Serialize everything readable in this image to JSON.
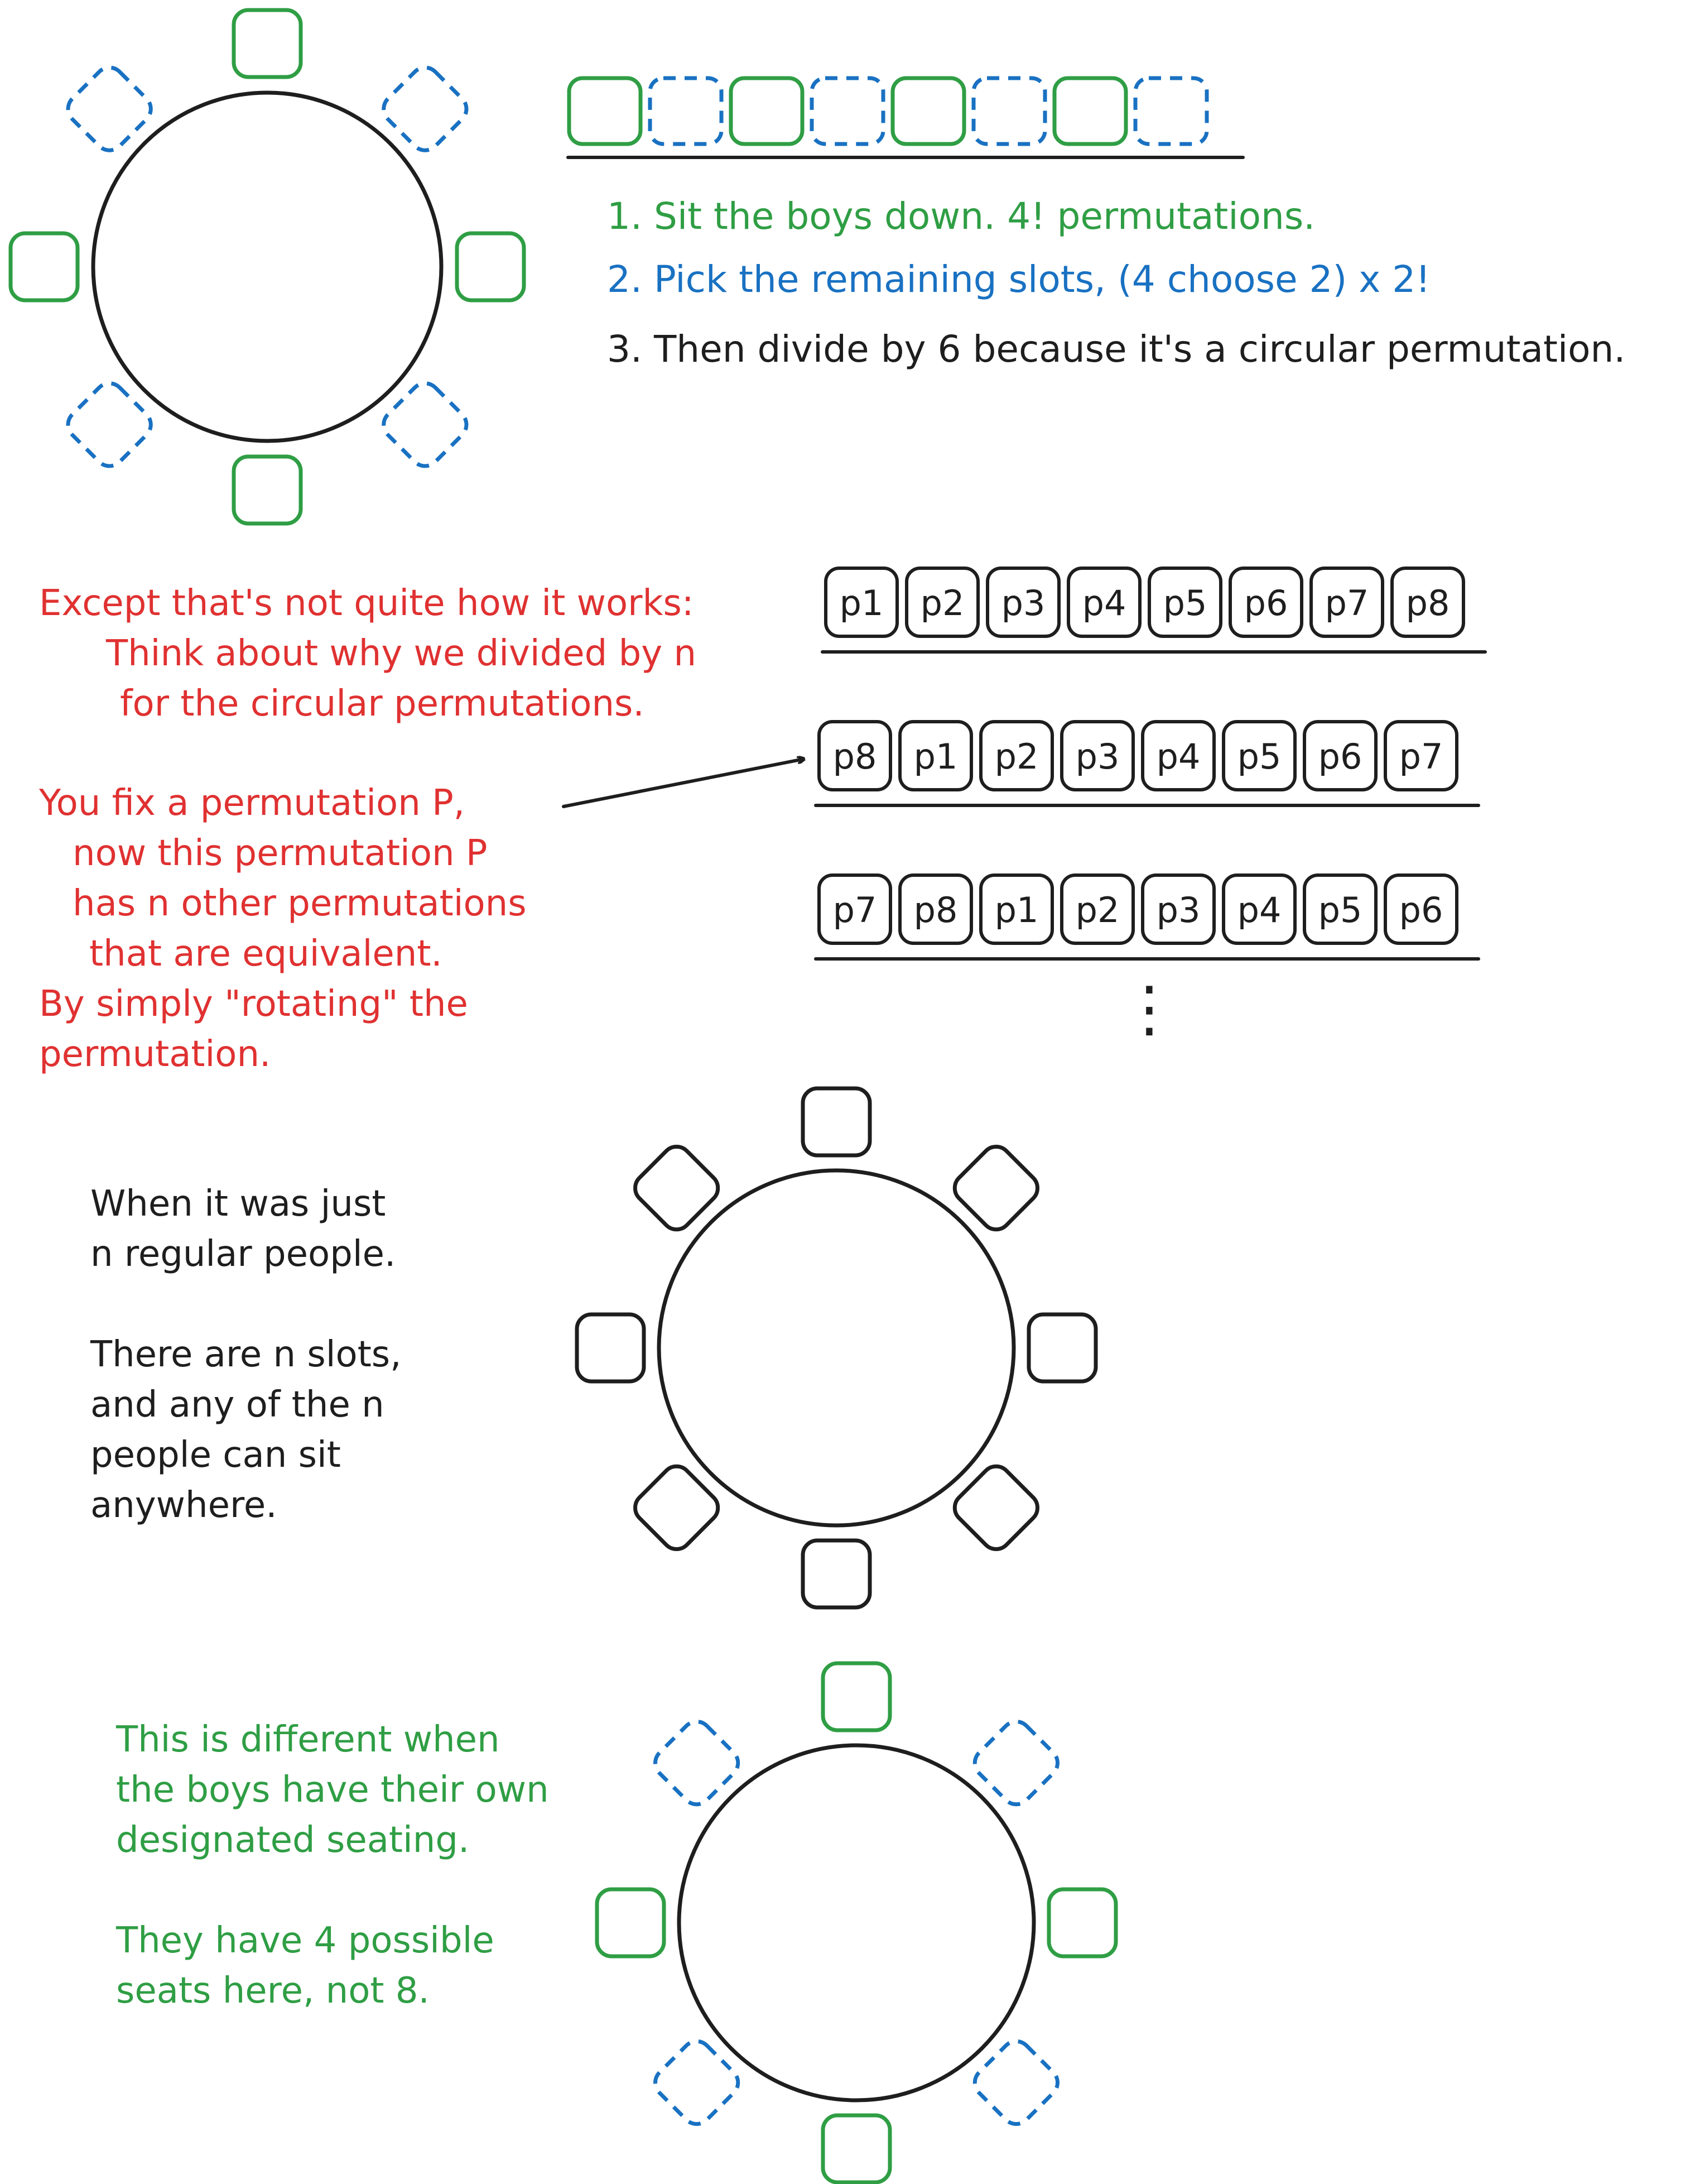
{
  "colors": {
    "green": "#2f9e44",
    "blue": "#1971c2",
    "red": "#e03131",
    "dark": "#1e1e1e"
  },
  "steps": [
    "1. Sit the boys down. 4! permutations.",
    "2. Pick the remaining slots, (4 choose 2) x 2!",
    "3. Then divide by 6 because it's a circular permutation."
  ],
  "rotation_note": {
    "lines": [
      "Except that's not quite how it works:",
      "Think about why we divided by n",
      "for the circular permutations."
    ]
  },
  "fix_note": {
    "lines": [
      "You fix a permutation P,",
      "now this permutation P",
      "has n other permutations",
      "that are equivalent.",
      "By simply \"rotating\" the",
      "permutation."
    ]
  },
  "regular_note": {
    "lines": [
      "When it was just",
      "n regular people.",
      "",
      "There are n slots,",
      "and any of the n",
      "people can sit",
      "anywhere."
    ]
  },
  "designated_note": {
    "lines": [
      "This is different when",
      "the boys have their own",
      "designated seating.",
      "",
      "They have 4 possible",
      "seats here, not 8."
    ]
  },
  "permutation_rows": [
    [
      "p1",
      "p2",
      "p3",
      "p4",
      "p5",
      "p6",
      "p7",
      "p8"
    ],
    [
      "p8",
      "p1",
      "p2",
      "p3",
      "p4",
      "p5",
      "p6",
      "p7"
    ],
    [
      "p7",
      "p8",
      "p1",
      "p2",
      "p3",
      "p4",
      "p5",
      "p6"
    ]
  ],
  "ellipsis": "⋮",
  "seat_linear_pattern": [
    "green",
    "blue",
    "green",
    "blue",
    "green",
    "blue",
    "green",
    "blue"
  ]
}
